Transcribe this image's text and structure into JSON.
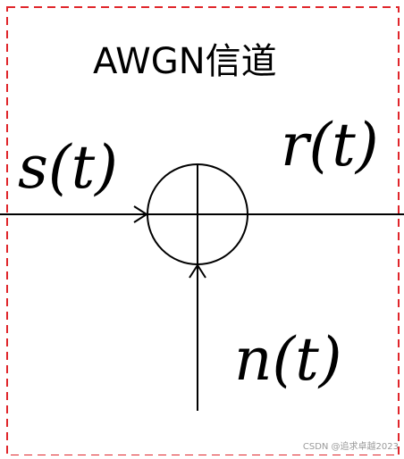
{
  "diagram": {
    "title": "AWGN信道",
    "input_signal": "s(t)",
    "output_signal": "r(t)",
    "noise_signal": "n(t)",
    "watermark": "CSDN @追求卓越2023",
    "colors": {
      "boundary": "#e0262b",
      "lines": "#000000"
    }
  }
}
